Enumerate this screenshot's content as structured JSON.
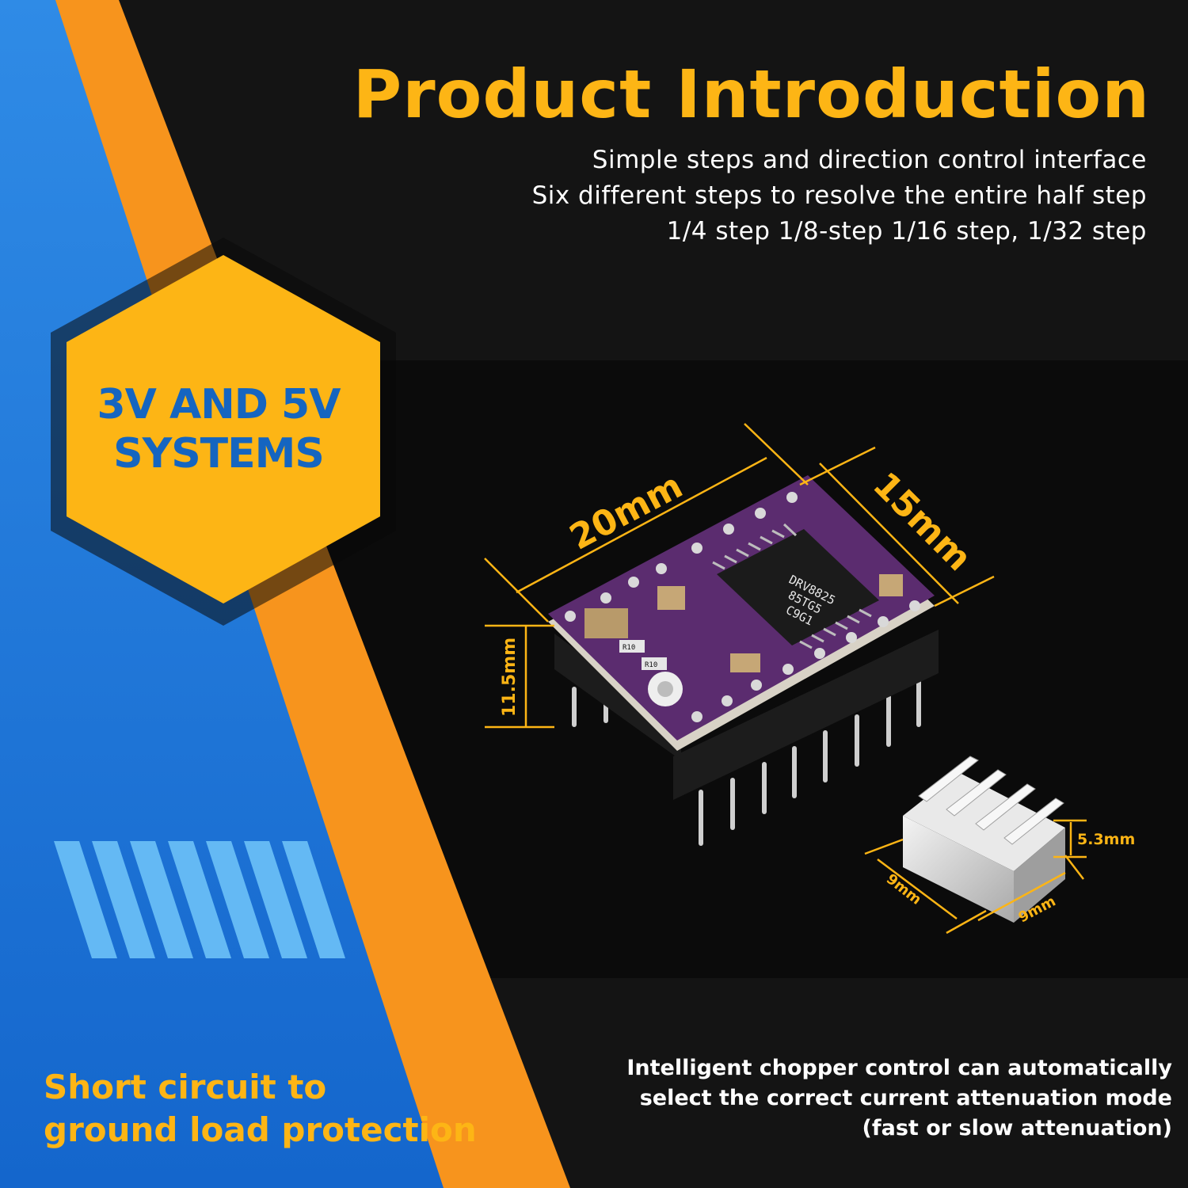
{
  "title": "Product Introduction",
  "intro_lines": [
    "Simple steps and direction control interface",
    "Six different steps to resolve the entire half step",
    "1/4 step 1/8-step 1/16 step, 1/32 step"
  ],
  "badge": {
    "line1": "3V AND 5V",
    "line2": "SYSTEMS"
  },
  "protection": {
    "line1": "Short circuit to",
    "line2": "ground load protection"
  },
  "chopper": {
    "line1": "Intelligent chopper control can automatically",
    "line2": "select the correct current attenuation mode",
    "line3": "(fast or slow attenuation)"
  },
  "dimensions": {
    "length": "20mm",
    "width": "15mm",
    "height": "11.5mm",
    "heatsink_height": "5.3mm",
    "heatsink_depth": "9mm",
    "heatsink_width": "9mm"
  },
  "chip_marking": {
    "line1": "DRV8825",
    "line2": "85TG5",
    "line3": "C9G1"
  },
  "resistor_labels": [
    "R10",
    "R10"
  ],
  "colors": {
    "accent_orange": "#FDB515",
    "stripe_orange": "#F7941D",
    "blue": "#1E7BDB",
    "badge_text": "#1565C0",
    "background": "#141414",
    "pcb": "#5B2C6F"
  }
}
